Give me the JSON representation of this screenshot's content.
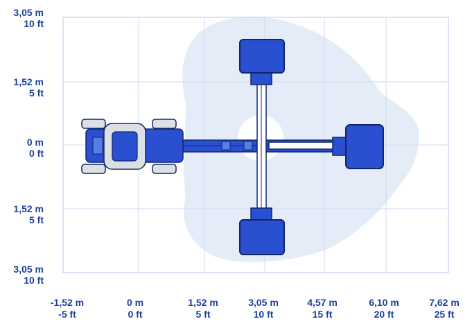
{
  "colors": {
    "grid": "#cfdaf2",
    "frame": "#c2d0ee",
    "envelope": "#e4ecf8",
    "label": "#1b3f9c",
    "machine": "#2a4fd0",
    "machine_dark": "#10266a",
    "machine_light": "#5a7ce6",
    "chassis": "#dcdfe4"
  },
  "y_labels": [
    {
      "m": "3,05 m",
      "ft": "10 ft"
    },
    {
      "m": "1,52 m",
      "ft": "5 ft"
    },
    {
      "m": "0 m",
      "ft": "0 ft"
    },
    {
      "m": "1,52 m",
      "ft": "5 ft"
    },
    {
      "m": "3,05 m",
      "ft": "10 ft"
    }
  ],
  "x_labels": [
    {
      "m": "-1,52 m",
      "ft": "-5 ft"
    },
    {
      "m": "0 m",
      "ft": "0 ft"
    },
    {
      "m": "1,52 m",
      "ft": "5 ft"
    },
    {
      "m": "3,05 m",
      "ft": "10 ft"
    },
    {
      "m": "4,57 m",
      "ft": "15 ft"
    },
    {
      "m": "6,10 m",
      "ft": "20 ft"
    },
    {
      "m": "7,62 m",
      "ft": "25 ft"
    }
  ]
}
